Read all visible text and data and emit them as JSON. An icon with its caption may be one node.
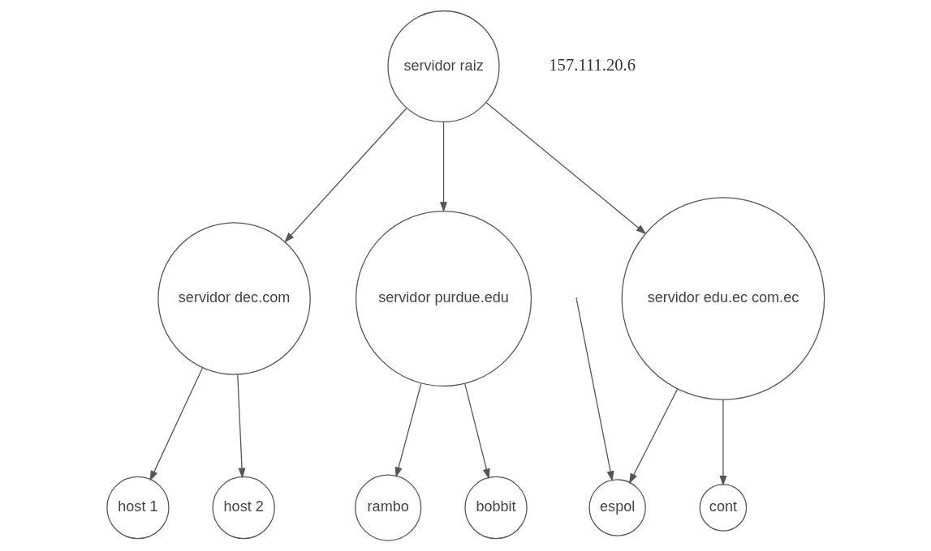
{
  "diagram": {
    "nodes": [
      {
        "text": [
          "servidor raiz"
        ]
      },
      {
        "text": [
          "servidor dec.com"
        ]
      },
      {
        "text": [
          "servidor purdue.edu"
        ]
      },
      {
        "text": [
          "servidor edu.ec com.ec"
        ]
      },
      {
        "text": [
          "host 1"
        ]
      },
      {
        "text": [
          "host 2"
        ]
      },
      {
        "text": [
          "rambo"
        ]
      },
      {
        "text": [
          "bobbit"
        ]
      },
      {
        "text": [
          "espol"
        ]
      },
      {
        "text": [
          "cont"
        ]
      }
    ],
    "edges": [
      {
        "from": 0,
        "to": 1,
        "arrow": "to"
      },
      {
        "from": 0,
        "to": 2,
        "arrow": "to"
      },
      {
        "from": 0,
        "to": 3,
        "arrow": "to"
      },
      {
        "from": 1,
        "to": 4,
        "arrow": "to"
      },
      {
        "from": 1,
        "to": 5,
        "arrow": "to"
      },
      {
        "from": 2,
        "to": 6,
        "arrow": "to"
      },
      {
        "from": 2,
        "to": 7,
        "arrow": "to"
      },
      {
        "from": 3,
        "to": 8,
        "arrow": "to"
      },
      {
        "from": 3,
        "to": 9,
        "arrow": "to"
      },
      {
        "from": null,
        "to": 8,
        "arrow": "to"
      }
    ],
    "labels": [
      "157.111.20.6"
    ]
  }
}
